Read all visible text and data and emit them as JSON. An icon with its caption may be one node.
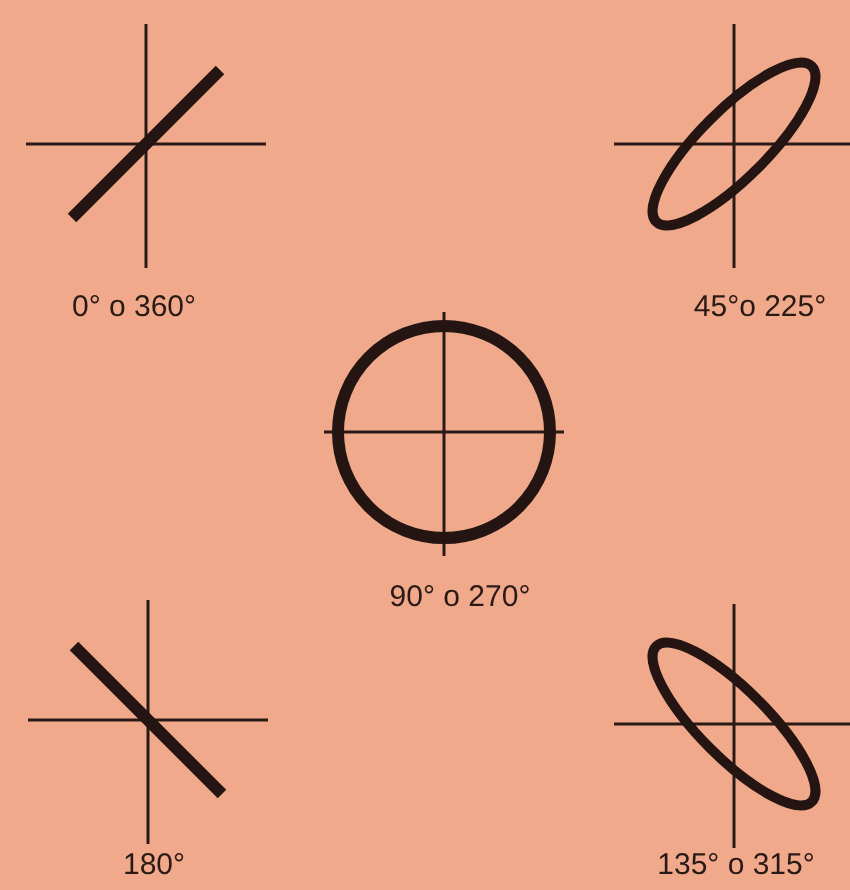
{
  "diagram": {
    "labels": [
      "0° o 360°",
      "45°o 225°",
      "90° o 270°",
      "180°",
      "135° o 315°"
    ]
  }
}
